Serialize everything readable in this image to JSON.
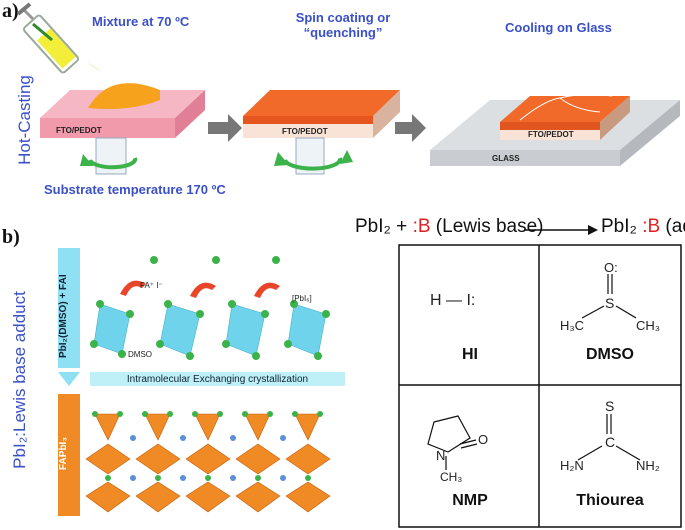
{
  "panel_a": {
    "label": "a)",
    "side_title": "Hot-Casting",
    "step1": "Mixture at 70 ºC",
    "step2_line1": "Spin coating or",
    "step2_line2": "“quenching”",
    "step3": "Cooling on Glass",
    "substrate_temp": "Substrate temperature 170 ºC",
    "layer1": "FTO/PEDOT",
    "layer2": "FTO/PEDOT",
    "layer3": "FTO/PEDOT",
    "glass": "GLASS"
  },
  "panel_b": {
    "label": "b)",
    "side_title": "PbI₂:Lewis base adduct",
    "bar_top": "PbI₂(DMSO) + FAI",
    "bar_bottom": "FAPbI₃",
    "crystallization": "Intramolecular Exchanging crystallization",
    "fa_label": "FA⁺ I⁻",
    "pbi_label": "[PbI₆]",
    "dmso_label": "DMSO",
    "equation": {
      "left": "PbI₂ + ",
      "base": ":B",
      "middle": " (Lewis base)",
      "right": "PbI₂ ",
      "right_base": ":B",
      "right_tail": " (adduct)"
    },
    "cells": [
      {
        "name": "HI",
        "formula": "H — I:"
      },
      {
        "name": "DMSO"
      },
      {
        "name": "NMP"
      },
      {
        "name": "Thiourea"
      }
    ],
    "atoms": {
      "s": "S",
      "o": "O:",
      "h3c": "H₃C",
      "ch3": "CH₃",
      "n": "N",
      "o2": "O",
      "ch3b": "CH₃",
      "s2": "S",
      "c": "C",
      "h2n": "H₂N",
      "nh2": "NH₂"
    }
  }
}
